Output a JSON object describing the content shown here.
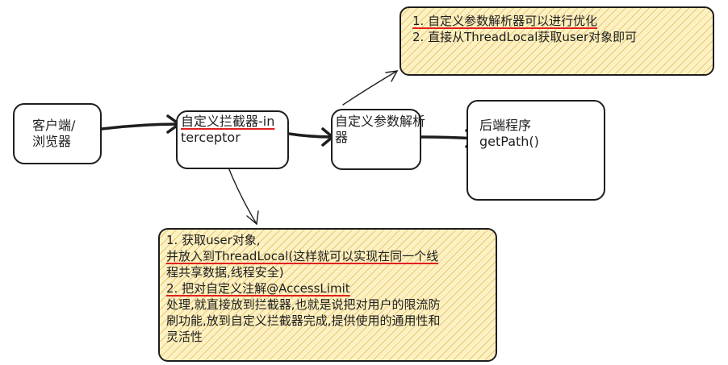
{
  "nodes": {
    "client": {
      "line1": "客户端/",
      "line2": "浏览器"
    },
    "interceptor": {
      "line1": "自定义拦截器-in",
      "line2": "terceptor"
    },
    "resolver": {
      "line1": "自定义参数解析",
      "line2": "器"
    },
    "backend": {
      "line1": "后端程序",
      "line2": "getPath()"
    }
  },
  "top_note": {
    "line1": "1. 自定义参数解析器可以进行优化",
    "line2": "2. 直接从ThreadLocal获取user对象即可"
  },
  "bottom_note": {
    "line1": "1. 获取user对象,",
    "line2": "并放入到ThreadLocal(这样就可以实现在同一个线",
    "line3": "程共享数据,线程安全)",
    "line4": "2. 把对自定义注解@AccessLimit",
    "line5": "处理,就直接放到拦截器,也就是说把对用户的限流防",
    "line6": "刷功能,放到自定义拦截器完成,提供使用的通用性和",
    "line7": "灵活性"
  },
  "colors": {
    "stroke": "#1e1e1e",
    "highlight": "#e02020",
    "note_fill": "#fdf1c4",
    "hatch": "#d6aa28"
  }
}
